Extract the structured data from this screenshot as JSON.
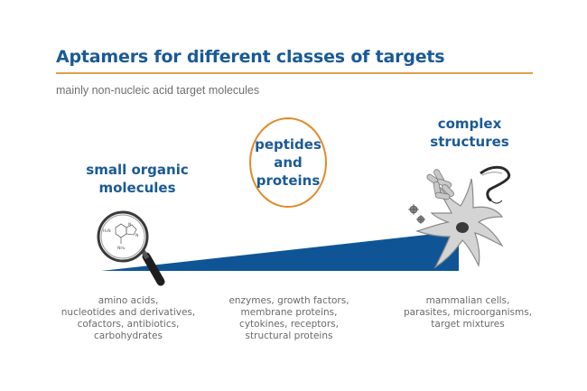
{
  "header": {
    "title": "Aptamers for different classes of targets",
    "subtitle": "mainly non-nucleic acid target molecules"
  },
  "classes": [
    {
      "heading_lines": [
        "small organic",
        "molecules"
      ],
      "examples": [
        "amino acids,",
        "nucleotides and derivatives,",
        "cofactors, antibiotics,",
        "carbohydrates"
      ],
      "icon": "magnifier-molecule-icon"
    },
    {
      "heading_lines": [
        "peptides",
        "and",
        "proteins"
      ],
      "examples": [
        "enzymes, growth factors,",
        "membrane proteins,",
        "cytokines, receptors,",
        "structural proteins"
      ],
      "icon": "circle-outline"
    },
    {
      "heading_lines": [
        "complex",
        "structures"
      ],
      "examples": [
        "mammalian cells,",
        "parasites, microorganisms,",
        "target mixtures"
      ],
      "icon": "cell-icon"
    }
  ],
  "molecule_labels": [
    "H₂N",
    "NH₂",
    "N",
    "N"
  ],
  "colors": {
    "title": "#1a5a96",
    "accent_rule": "#e2a04a",
    "wedge": "#0f5596",
    "ring": "#e08a2a",
    "caption": "#6a6a6a"
  }
}
